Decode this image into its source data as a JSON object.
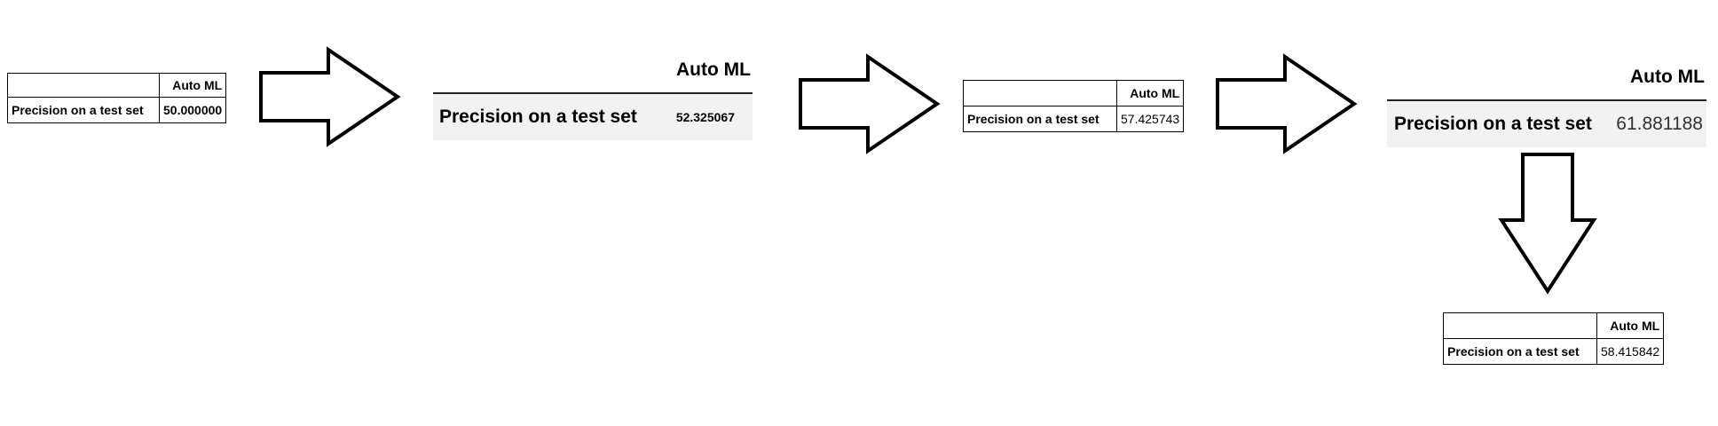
{
  "stages": [
    {
      "column_header": "Auto ML",
      "row_label": "Precision on a test set",
      "value": "50.000000"
    },
    {
      "column_header": "Auto ML",
      "row_label": "Precision on a test set",
      "value": "52.325067"
    },
    {
      "column_header": "Auto ML",
      "row_label": "Precision on a test set",
      "value": "57.425743"
    },
    {
      "column_header": "Auto ML",
      "row_label": "Precision on a test set",
      "value": "61.881188"
    },
    {
      "column_header": "Auto ML",
      "row_label": "Precision on a test set",
      "value": "58.415842"
    }
  ],
  "arrows": [
    {
      "from": 1,
      "to": 2,
      "direction": "right"
    },
    {
      "from": 2,
      "to": 3,
      "direction": "right"
    },
    {
      "from": 3,
      "to": 4,
      "direction": "right"
    },
    {
      "from": 4,
      "to": 5,
      "direction": "down"
    }
  ]
}
